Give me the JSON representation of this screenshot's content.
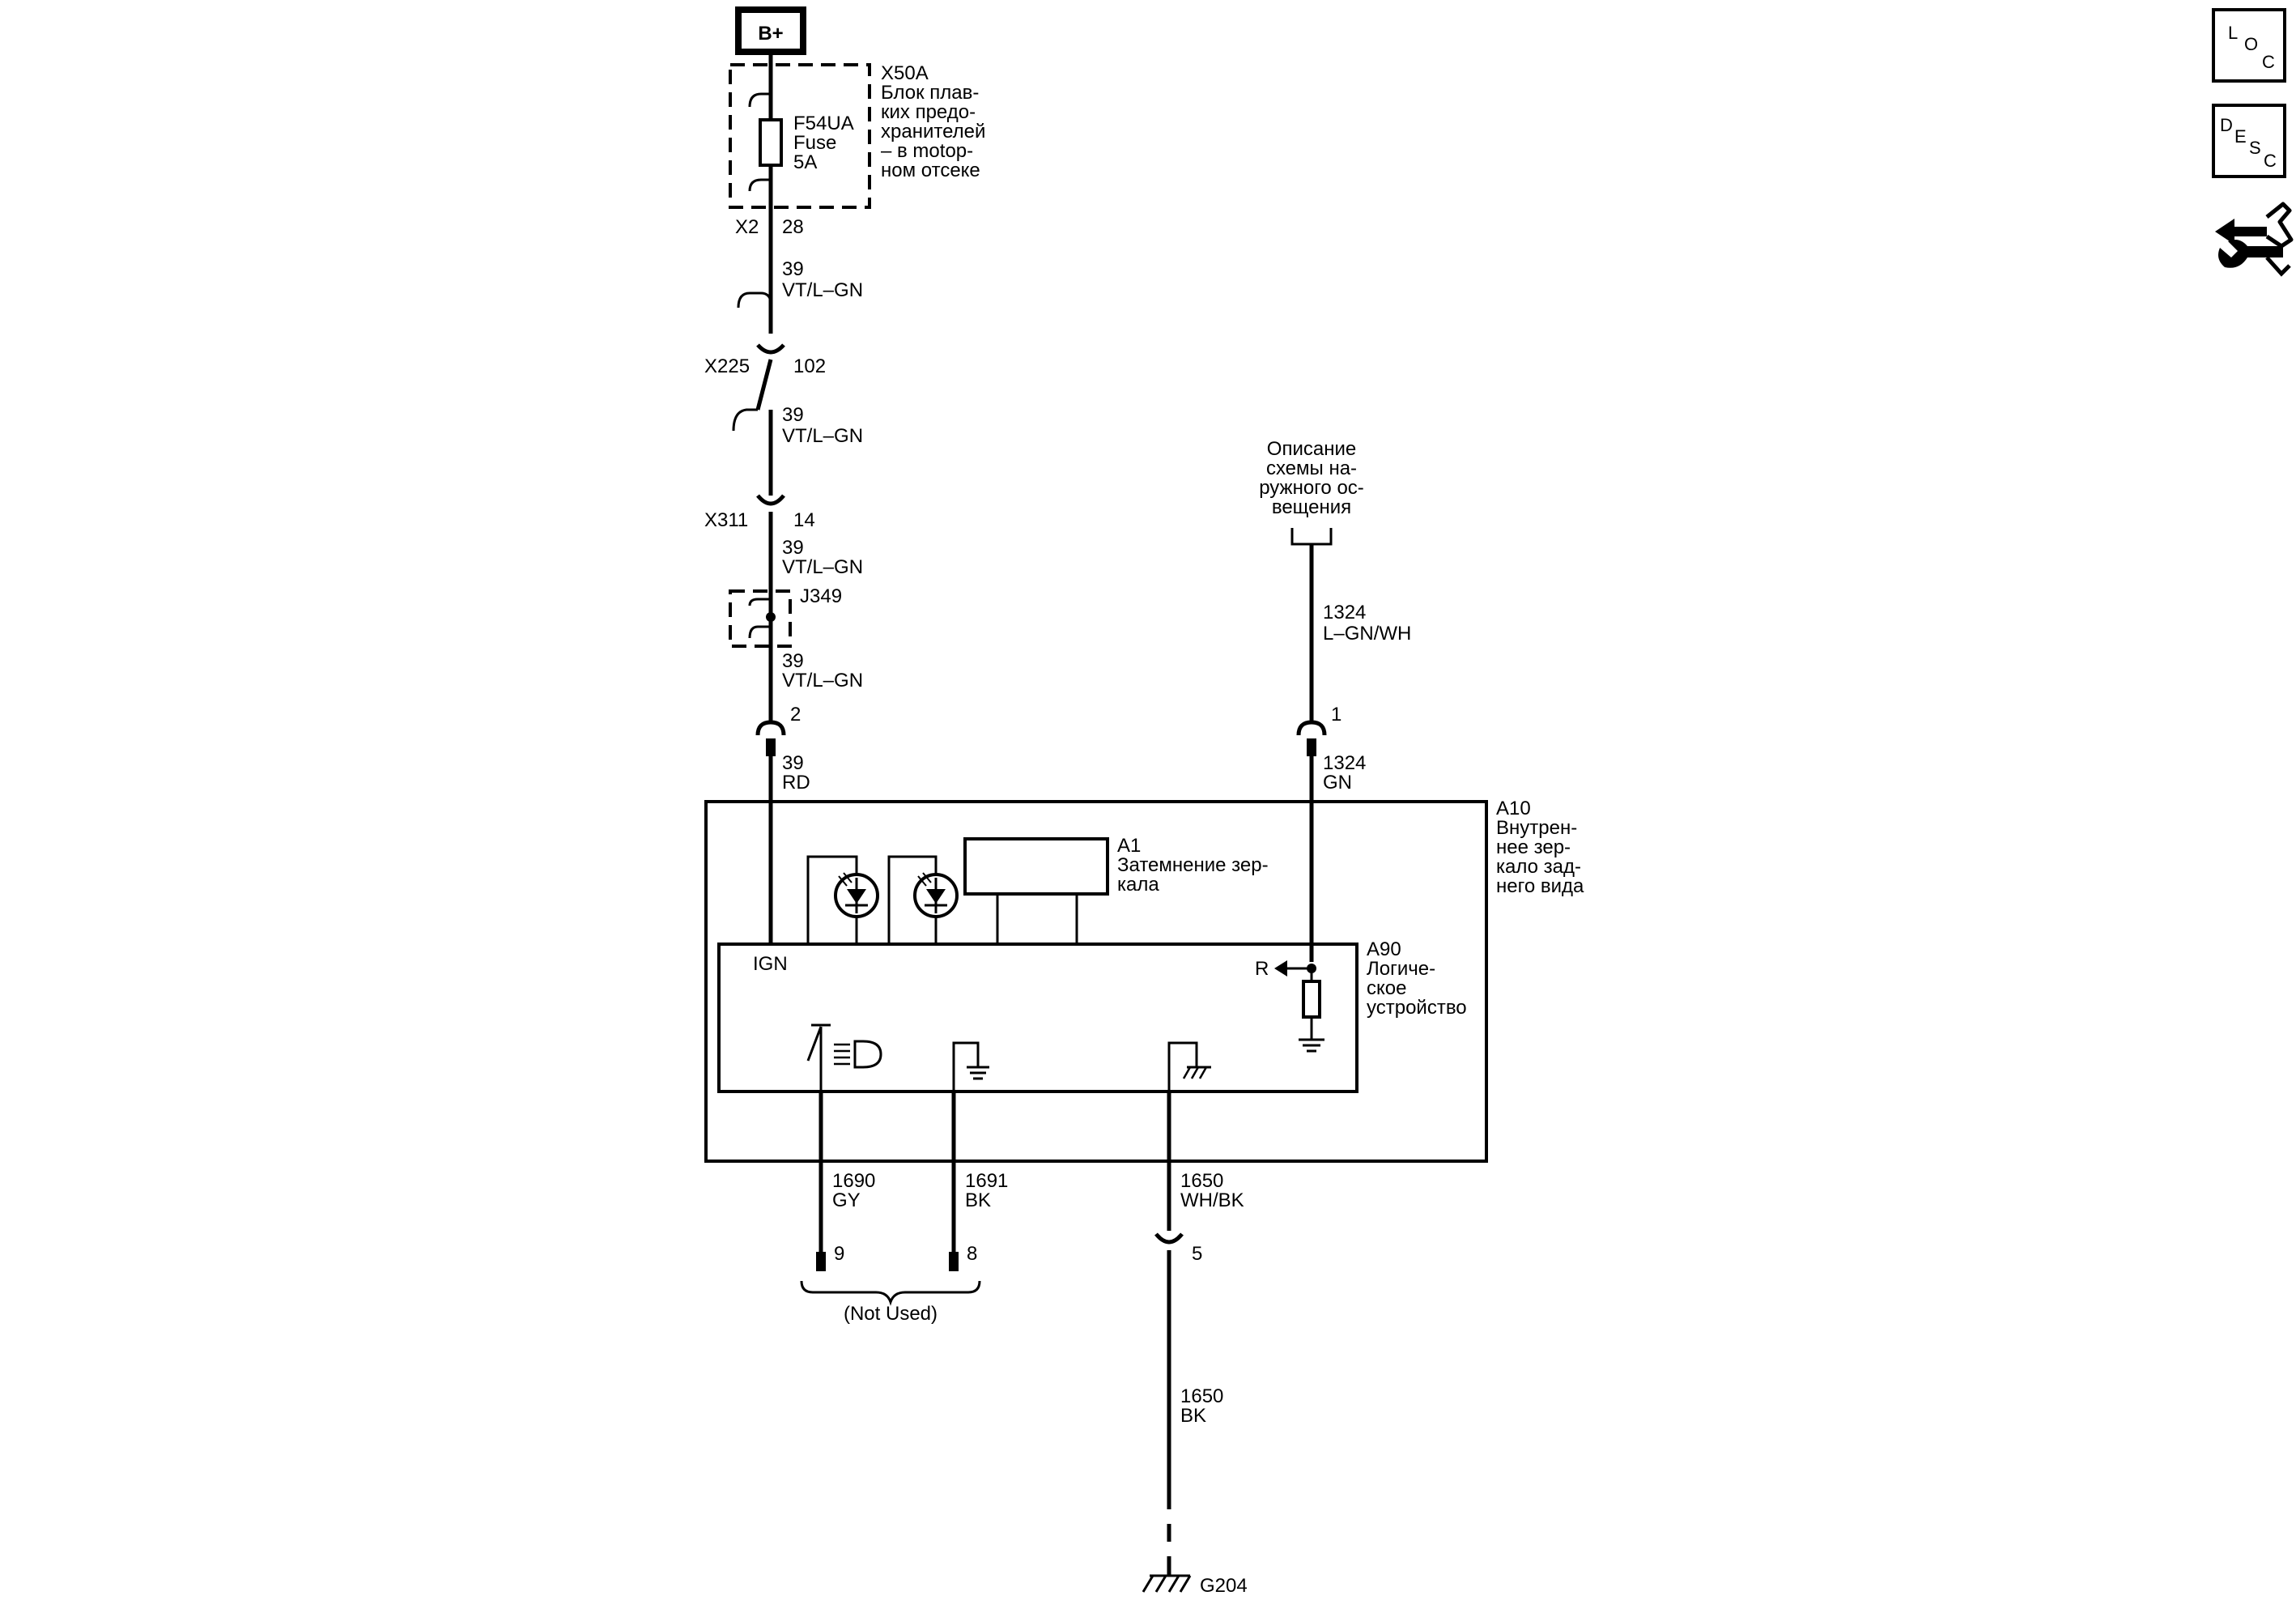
{
  "power": {
    "label": "B+"
  },
  "fuse_block": {
    "id": "X50A",
    "desc": [
      "Блок плав-",
      "ких предо-",
      "хранителей",
      "– в motор-",
      "ном отсеке"
    ],
    "fuse": [
      "F54UA",
      "Fuse",
      "5A"
    ],
    "connector": "X2",
    "pin": "28"
  },
  "wire_seg_1": {
    "circuit": "39",
    "color": "VT/L–GN"
  },
  "conn_x225": {
    "id": "X225",
    "pin": "102"
  },
  "wire_seg_2": {
    "circuit": "39",
    "color": "VT/L–GN"
  },
  "conn_x311": {
    "id": "X311",
    "pin": "14"
  },
  "wire_seg_3": {
    "circuit": "39",
    "color": "VT/L–GN"
  },
  "splice": {
    "id": "J349"
  },
  "wire_seg_4": {
    "circuit": "39",
    "color": "VT/L–GN"
  },
  "pin_2": "2",
  "wire_seg_5": {
    "circuit": "39",
    "color": "RD"
  },
  "ref_lighting": {
    "lines": [
      "Описание",
      "схемы на-",
      "ружного ос-",
      "вещения"
    ]
  },
  "wire_1324_a": {
    "circuit": "1324",
    "color": "L–GN/WH"
  },
  "pin_1": "1",
  "wire_1324_b": {
    "circuit": "1324",
    "color": "GN"
  },
  "mirror": {
    "id": "A10",
    "desc": [
      "Внутрен-",
      "нее зер-",
      "кало зад-",
      "него вида"
    ]
  },
  "dimming": {
    "id": "A1",
    "desc": [
      "Затемнение зер-",
      "кала"
    ]
  },
  "logic": {
    "id": "A90",
    "desc": [
      "Логиче-",
      "ское",
      "устройство"
    ],
    "ign": "IGN",
    "r": "R"
  },
  "wire_1690": {
    "circuit": "1690",
    "color": "GY",
    "pin": "9"
  },
  "wire_1691": {
    "circuit": "1691",
    "color": "BK",
    "pin": "8"
  },
  "not_used": "(Not Used)",
  "wire_1650_a": {
    "circuit": "1650",
    "color": "WH/BK"
  },
  "pin_5": "5",
  "wire_1650_b": {
    "circuit": "1650",
    "color": "BK"
  },
  "ground": {
    "id": "G204"
  },
  "side_icons": {
    "loc": [
      "L",
      "O",
      "C"
    ],
    "desc": [
      "D",
      "E",
      "S",
      "C"
    ]
  },
  "icons": [
    "loc-icon",
    "desc-icon",
    "connector-tool-icon"
  ]
}
